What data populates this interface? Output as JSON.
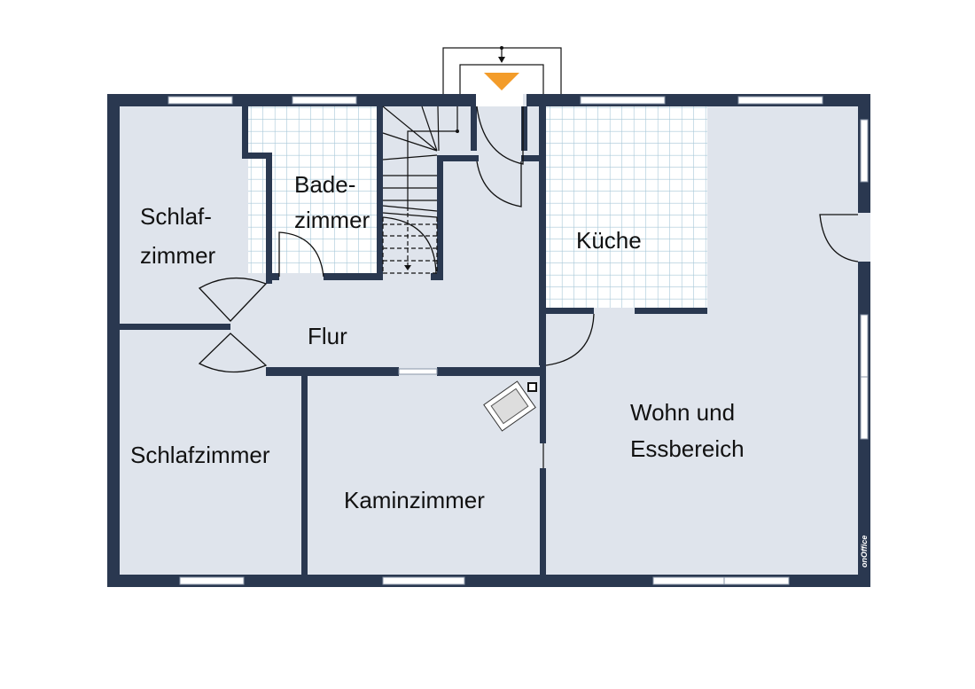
{
  "rooms": {
    "schlafzimmer_1": [
      "Schlaf-",
      "zimmer"
    ],
    "badezimmer": [
      "Bade-",
      "zimmer"
    ],
    "kueche": "Küche",
    "flur": "Flur",
    "schlafzimmer_2": "Schlafzimmer",
    "kaminzimmer": "Kaminzimmer",
    "wohn_essbereich": [
      "Wohn und",
      "Essbereich"
    ]
  },
  "watermark": "onOffice",
  "colors": {
    "wall": "#2a3850",
    "floor": "#dfe4ec",
    "entrance_marker": "#f39c2a",
    "tile_grid": "#a8c8d8"
  }
}
